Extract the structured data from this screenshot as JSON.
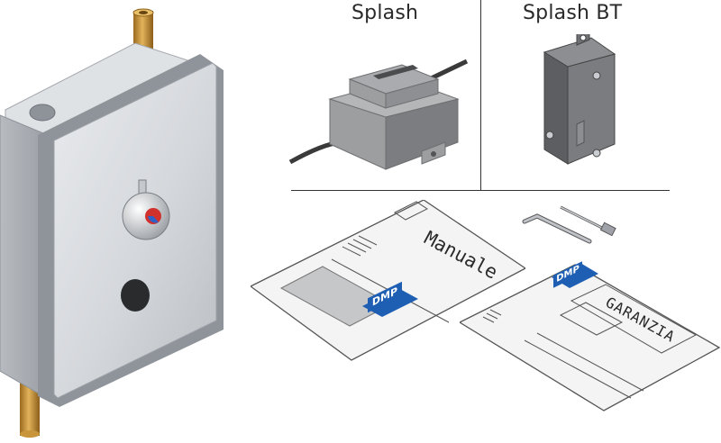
{
  "labels": {
    "splash": "Splash",
    "splash_bt": "Splash BT"
  },
  "brand": {
    "logo_text": "DMP"
  },
  "documents": {
    "manual_title": "Manuale",
    "warranty_title": "GARANZIA"
  },
  "colors": {
    "brand_blue": "#1e5fb4",
    "steel": "#c9ccd0",
    "brass": "#c9953a",
    "module_grey": "#8a8c8e",
    "paper": "#f2f2f2"
  }
}
